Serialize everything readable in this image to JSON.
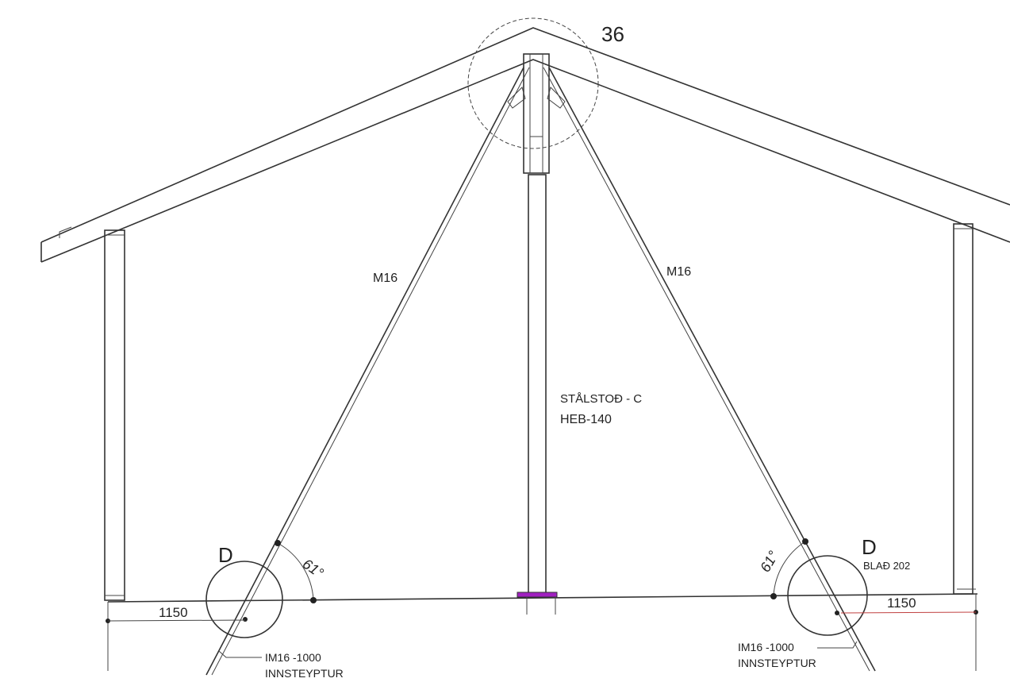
{
  "drawing": {
    "detail_number": "36",
    "rod_left_label": "M16",
    "rod_right_label": "M16",
    "column_label_1": "STÅLSTOÐ - C",
    "column_label_2": "HEB-140",
    "angle_left": "61°",
    "angle_right": "61°",
    "detail_left": "D",
    "detail_right": "D",
    "sheet_ref": "BLAÐ 202",
    "dim_left": "1150",
    "dim_right": "1150",
    "anchor_left_1": "IM16 -1000",
    "anchor_left_2": "INNSTEYPTUR",
    "anchor_right_1": "IM16 -1000",
    "anchor_right_2": "INNSTEYPTUR"
  },
  "colors": {
    "line": "#333333",
    "base_plate": "#a020c0",
    "dim_right": "#c04040"
  }
}
